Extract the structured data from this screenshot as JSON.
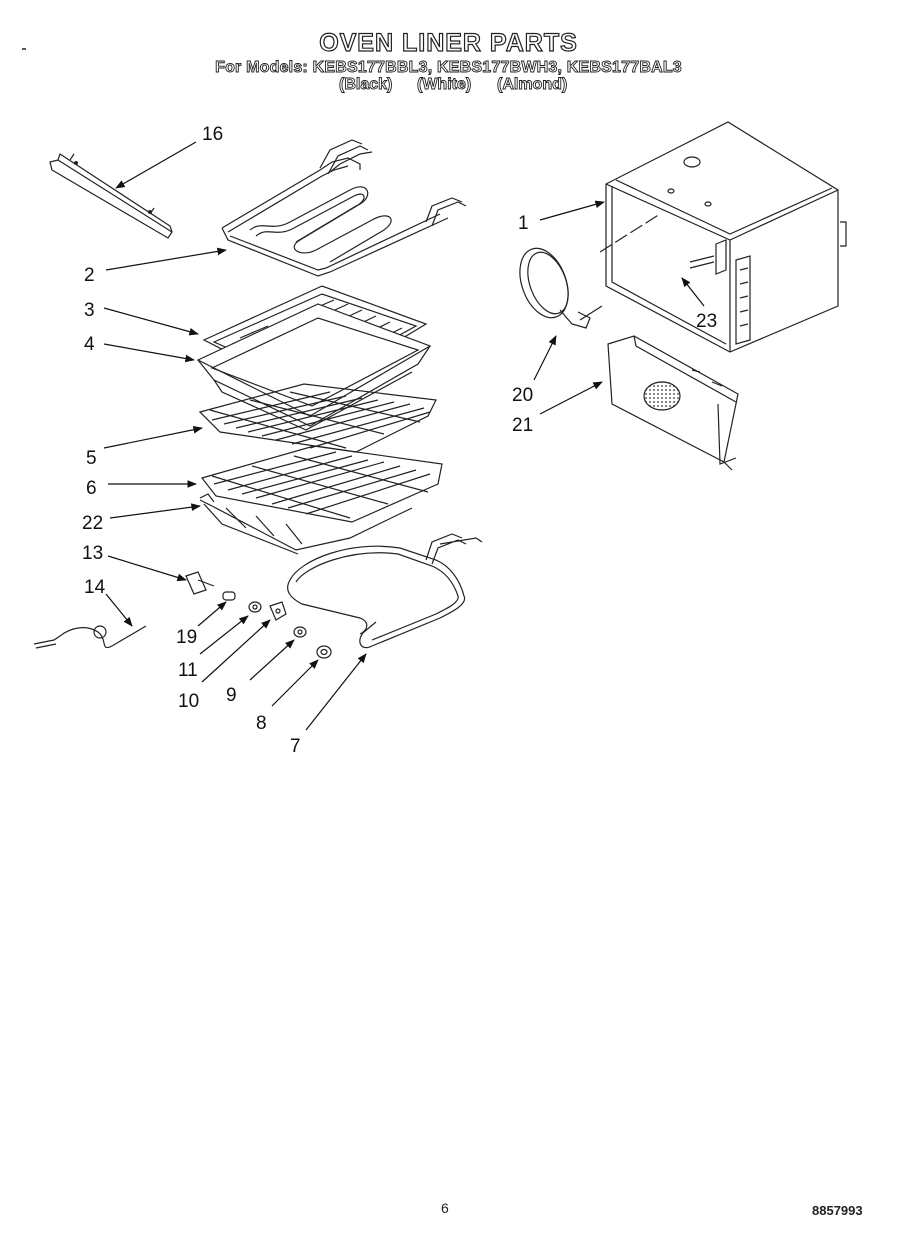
{
  "header": {
    "title": "OVEN LINER PARTS",
    "models": "For Models: KEBS177BBL3, KEBS177BWH3, KEBS177BAL3",
    "colors": [
      "(Black)",
      "(White)",
      "(Almond)"
    ]
  },
  "callouts": {
    "c16": "16",
    "c1": "1",
    "c2": "2",
    "c3": "3",
    "c4": "4",
    "c23": "23",
    "c20": "20",
    "c21": "21",
    "c5": "5",
    "c6": "6",
    "c22": "22",
    "c13": "13",
    "c14": "14",
    "c19": "19",
    "c11": "11",
    "c10": "10",
    "c9": "9",
    "c8": "8",
    "c7": "7"
  },
  "footer": {
    "page": "6",
    "code": "8857993"
  }
}
